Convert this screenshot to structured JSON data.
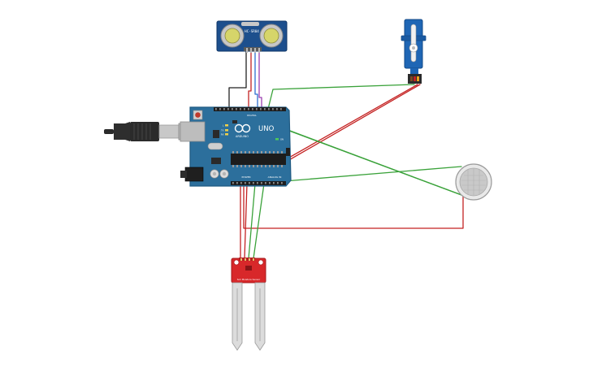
{
  "board": {
    "name": "UNO",
    "brand": "ARDUINO",
    "power_label": "POWER",
    "analog_label": "ANALOG IN",
    "digital_label": "DIGITAL",
    "tx_label": "TX",
    "rx_label": "RX",
    "l_label": "L",
    "on_label": "ON"
  },
  "ultrasonic": {
    "label": "HC-SR04"
  },
  "soil_sensor": {
    "label": "Soil Moisture Sensor"
  },
  "colors": {
    "board_blue": "#2c6f9c",
    "board_dark": "#1f5a82",
    "sensor_blue": "#1d4f8d",
    "servo_blue": "#1f66b5",
    "soil_red": "#d8282a",
    "wire_green": "#3aa23a",
    "wire_red": "#c42222",
    "wire_black": "#222222",
    "wire_purple": "#9b3fb0",
    "wire_blue": "#2e6fd0",
    "gas_gray": "#c9c9c9"
  },
  "icons": {
    "usb_plug": "usb-plug-icon",
    "reset_button": "reset-button-icon",
    "servo_horn": "servo-horn-icon",
    "gas_mesh": "gas-sensor-mesh-icon",
    "soil_probe": "soil-probe-icon"
  }
}
